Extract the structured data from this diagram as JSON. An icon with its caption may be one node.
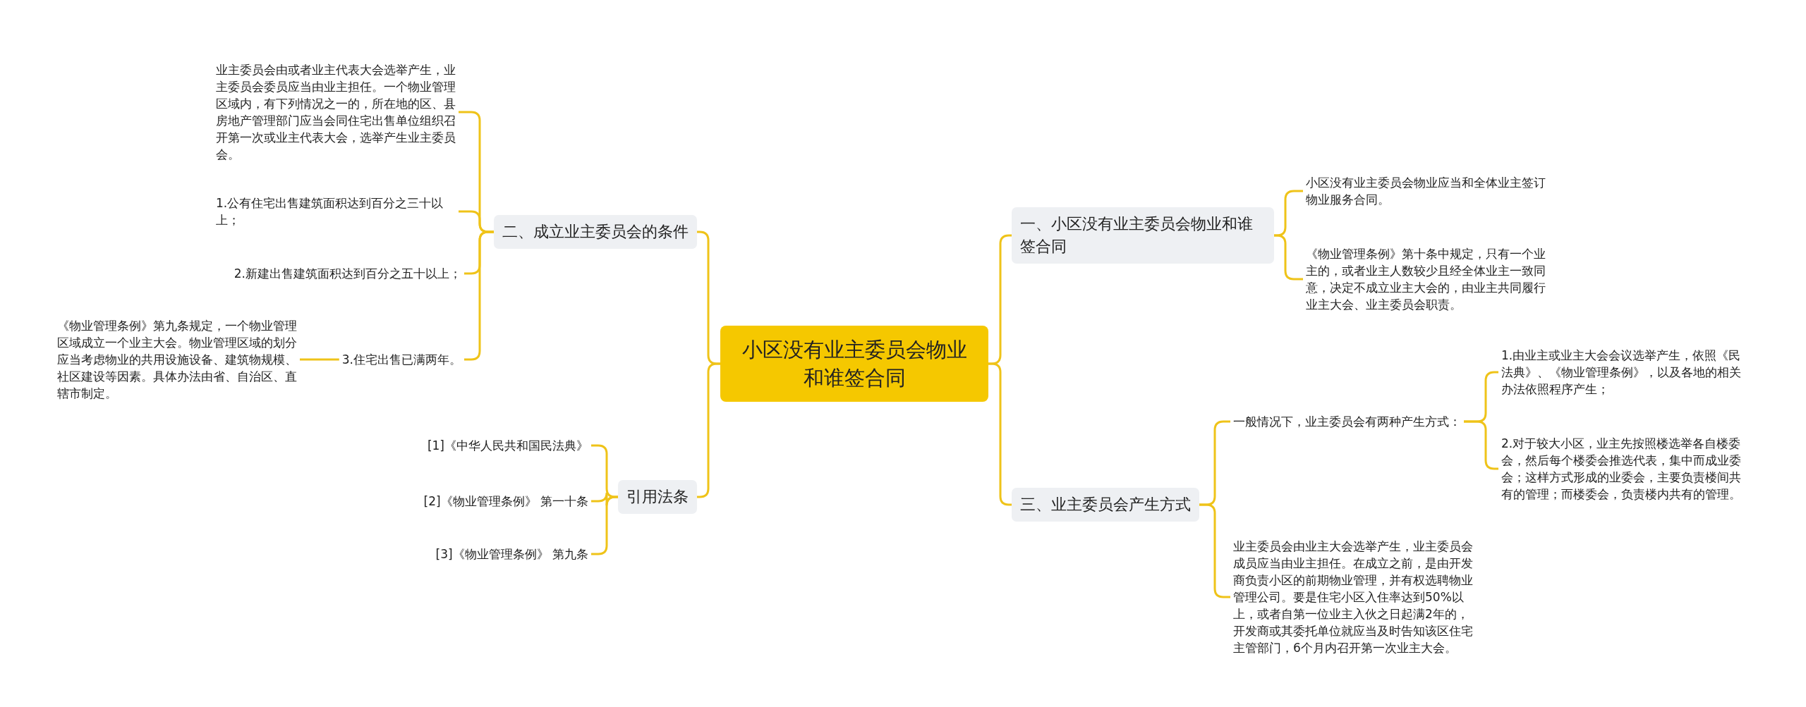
{
  "diagram": {
    "nodes": [
      {
        "text": [
          "小区没有业主委员会物业和谁签合同"
        ]
      },
      {
        "text": [
          "一、小区没有业主委员会物业和谁签合同"
        ]
      },
      {
        "text": [
          "小区没有业主委员会物业应当和全体业主签订物业服务合同。"
        ]
      },
      {
        "text": [
          "《物业管理条例》第十条中规定，只有一个业主的，或者业主人数较少且经全体业主一致同意，决定不成立业主大会的，由业主共同履行业主大会、业主委员会职责。"
        ]
      },
      {
        "text": [
          "三、业主委员会产生方式"
        ]
      },
      {
        "text": [
          "一般情况下，业主委员会有两种产生方式："
        ]
      },
      {
        "text": [
          "1.由业主或业主大会会议选举产生，依照《民法典》、《物业管理条例》，以及各地的相关办法依照程序产生；"
        ]
      },
      {
        "text": [
          "2.对于较大小区，业主先按照楼选举各自楼委会，然后每个楼委会推选代表，集中而成业委会；这样方式形成的业委会，主要负责楼间共有的管理；而楼委会，负责楼内共有的管理。"
        ]
      },
      {
        "text": [
          "业主委员会由业主大会选举产生，业主委员会成员应当由业主担任。在成立之前，是由开发商负责小区的前期物业管理，并有权选聘物业管理公司。要是住宅小区入住率达到50%以上，或者自第一位业主入伙之日起满2年的，开发商或其委托单位就应当及时告知该区住宅主管部门，6个月内召开第一次业主大会。"
        ]
      },
      {
        "text": [
          "二、成立业主委员会的条件"
        ]
      },
      {
        "text": [
          "业主委员会由或者业主代表大会选举产生，业主委员会委员应当由业主担任。一个物业管理区域内，有下列情况之一的，所在地的区、县房地产管理部门应当会同住宅出售单位组织召开第一次或业主代表大会，选举产生业主委员会。"
        ]
      },
      {
        "text": [
          "1.公有住宅出售建筑面积达到百分之三十以上；"
        ]
      },
      {
        "text": [
          "2.新建出售建筑面积达到百分之五十以上；"
        ]
      },
      {
        "text": [
          "3.住宅出售已满两年。"
        ]
      },
      {
        "text": [
          "《物业管理条例》第九条规定，一个物业管理区域成立一个业主大会。物业管理区域的划分应当考虑物业的共用设施设备、建筑物规模、社区建设等因素。具体办法由省、自治区、直辖市制定。"
        ]
      },
      {
        "text": [
          "引用法条"
        ]
      },
      {
        "text": [
          "[1]《中华人民共和国民法典》"
        ]
      },
      {
        "text": [
          "[2]《物业管理条例》 第一十条"
        ]
      },
      {
        "text": [
          "[3]《物业管理条例》 第九条"
        ]
      }
    ],
    "edges": [
      {
        "from": 0,
        "to": 1,
        "arrow": "none"
      },
      {
        "from": 0,
        "to": 4,
        "arrow": "none"
      },
      {
        "from": 1,
        "to": 2,
        "arrow": "none"
      },
      {
        "from": 1,
        "to": 3,
        "arrow": "none"
      },
      {
        "from": 4,
        "to": 5,
        "arrow": "none"
      },
      {
        "from": 4,
        "to": 8,
        "arrow": "none"
      },
      {
        "from": 5,
        "to": 6,
        "arrow": "none"
      },
      {
        "from": 5,
        "to": 7,
        "arrow": "none"
      },
      {
        "from": 0,
        "to": 9,
        "arrow": "none"
      },
      {
        "from": 0,
        "to": 15,
        "arrow": "none"
      },
      {
        "from": 9,
        "to": 10,
        "arrow": "none"
      },
      {
        "from": 9,
        "to": 11,
        "arrow": "none"
      },
      {
        "from": 9,
        "to": 12,
        "arrow": "none"
      },
      {
        "from": 9,
        "to": 13,
        "arrow": "none"
      },
      {
        "from": 13,
        "to": 14,
        "arrow": "none"
      },
      {
        "from": 15,
        "to": 16,
        "arrow": "none"
      },
      {
        "from": 15,
        "to": 17,
        "arrow": "none"
      },
      {
        "from": 15,
        "to": 18,
        "arrow": "none"
      }
    ]
  }
}
